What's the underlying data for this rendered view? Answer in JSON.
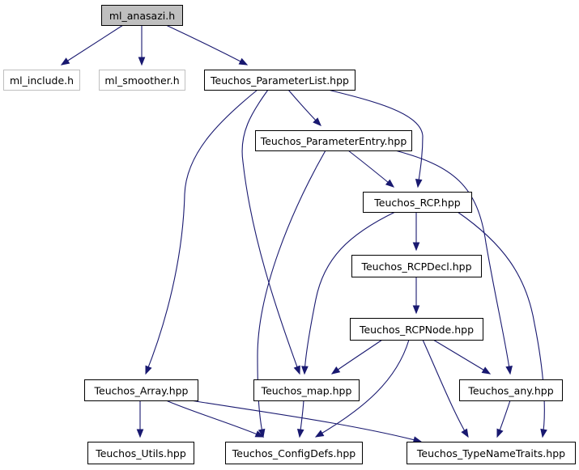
{
  "colors": {
    "edge": "#191970",
    "node_border": "#000000",
    "node_border_external": "#bfbfbf",
    "node_fill": "#ffffff",
    "node_fill_root": "#bfbfbf"
  },
  "nodes": [
    {
      "id": "ml_anasazi",
      "label": "ml_anasazi.h",
      "kind": "root"
    },
    {
      "id": "ml_include",
      "label": "ml_include.h",
      "kind": "external"
    },
    {
      "id": "ml_smoother",
      "label": "ml_smoother.h",
      "kind": "external"
    },
    {
      "id": "paramlist",
      "label": "Teuchos_ParameterList.hpp",
      "kind": "normal"
    },
    {
      "id": "paramentry",
      "label": "Teuchos_ParameterEntry.hpp",
      "kind": "normal"
    },
    {
      "id": "rcp",
      "label": "Teuchos_RCP.hpp",
      "kind": "normal"
    },
    {
      "id": "rcpdecl",
      "label": "Teuchos_RCPDecl.hpp",
      "kind": "normal"
    },
    {
      "id": "rcpnode",
      "label": "Teuchos_RCPNode.hpp",
      "kind": "normal"
    },
    {
      "id": "array",
      "label": "Teuchos_Array.hpp",
      "kind": "normal"
    },
    {
      "id": "map",
      "label": "Teuchos_map.hpp",
      "kind": "normal"
    },
    {
      "id": "any",
      "label": "Teuchos_any.hpp",
      "kind": "normal"
    },
    {
      "id": "utils",
      "label": "Teuchos_Utils.hpp",
      "kind": "normal"
    },
    {
      "id": "configdefs",
      "label": "Teuchos_ConfigDefs.hpp",
      "kind": "normal"
    },
    {
      "id": "typenametraits",
      "label": "Teuchos_TypeNameTraits.hpp",
      "kind": "normal"
    }
  ],
  "edges": [
    {
      "from": "ml_anasazi",
      "to": "ml_include"
    },
    {
      "from": "ml_anasazi",
      "to": "ml_smoother"
    },
    {
      "from": "ml_anasazi",
      "to": "paramlist"
    },
    {
      "from": "paramlist",
      "to": "paramentry"
    },
    {
      "from": "paramlist",
      "to": "rcp"
    },
    {
      "from": "paramlist",
      "to": "array"
    },
    {
      "from": "paramlist",
      "to": "map"
    },
    {
      "from": "paramentry",
      "to": "rcp"
    },
    {
      "from": "paramentry",
      "to": "any"
    },
    {
      "from": "paramentry",
      "to": "configdefs"
    },
    {
      "from": "rcp",
      "to": "rcpdecl"
    },
    {
      "from": "rcp",
      "to": "map"
    },
    {
      "from": "rcp",
      "to": "typenametraits"
    },
    {
      "from": "rcpdecl",
      "to": "rcpnode"
    },
    {
      "from": "rcpnode",
      "to": "map"
    },
    {
      "from": "rcpnode",
      "to": "any"
    },
    {
      "from": "rcpnode",
      "to": "configdefs"
    },
    {
      "from": "rcpnode",
      "to": "typenametraits"
    },
    {
      "from": "array",
      "to": "utils"
    },
    {
      "from": "array",
      "to": "configdefs"
    },
    {
      "from": "array",
      "to": "typenametraits"
    },
    {
      "from": "map",
      "to": "configdefs"
    },
    {
      "from": "any",
      "to": "typenametraits"
    }
  ]
}
